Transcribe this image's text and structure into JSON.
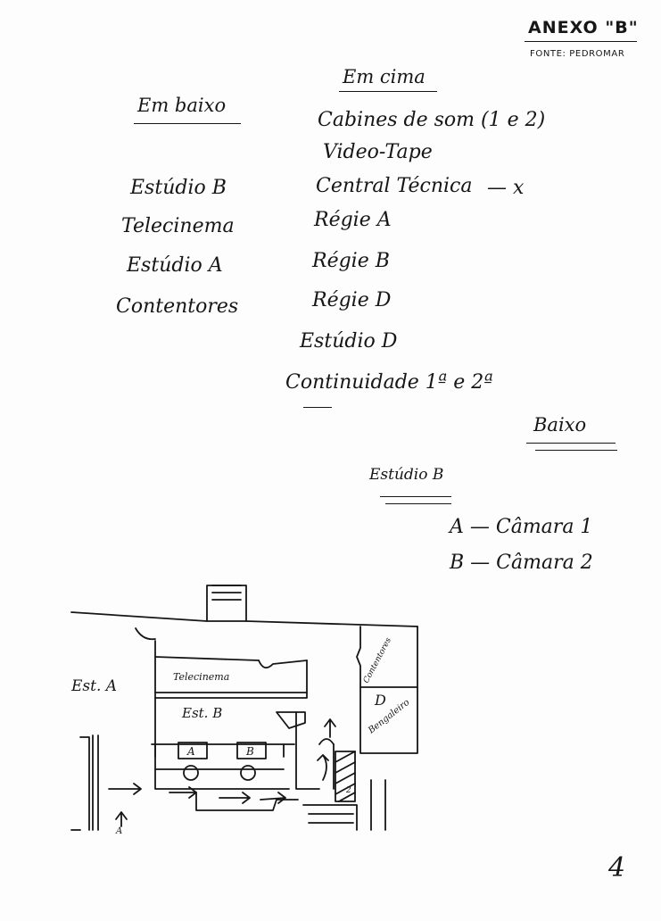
{
  "header": {
    "title": "ANEXO \"B\"",
    "source": "FONTE: PEDROMAR"
  },
  "lists": {
    "downstairs": {
      "heading": "Em baixo",
      "items": [
        "Estúdio B",
        "Telecinema",
        "Estúdio A",
        "Contentores"
      ]
    },
    "upstairs": {
      "heading": "Em cima",
      "items": [
        "Cabines de som (1 e 2)",
        "Video-Tape",
        "Central Técnica",
        "Régie A",
        "Régie B",
        "Régie D",
        "Estúdio D",
        "Continuidade 1ª e 2ª"
      ],
      "mark": "— x"
    }
  },
  "baixo": {
    "heading": "Baixo",
    "studio": "Estúdio B",
    "cameras": [
      "A — Câmara 1",
      "B — Câmara 2"
    ]
  },
  "floor_plan": {
    "label_est_a": "Est. A",
    "label_telecinema": "Telecinema",
    "label_est_b": "Est. B",
    "label_contentores": "Contentores",
    "label_d": "D",
    "label_bengaleiro": "Bengaleiro",
    "label_cam_a": "A",
    "label_cam_b": "B",
    "label_entry": "A",
    "label_2": "2"
  },
  "page_number": "4"
}
